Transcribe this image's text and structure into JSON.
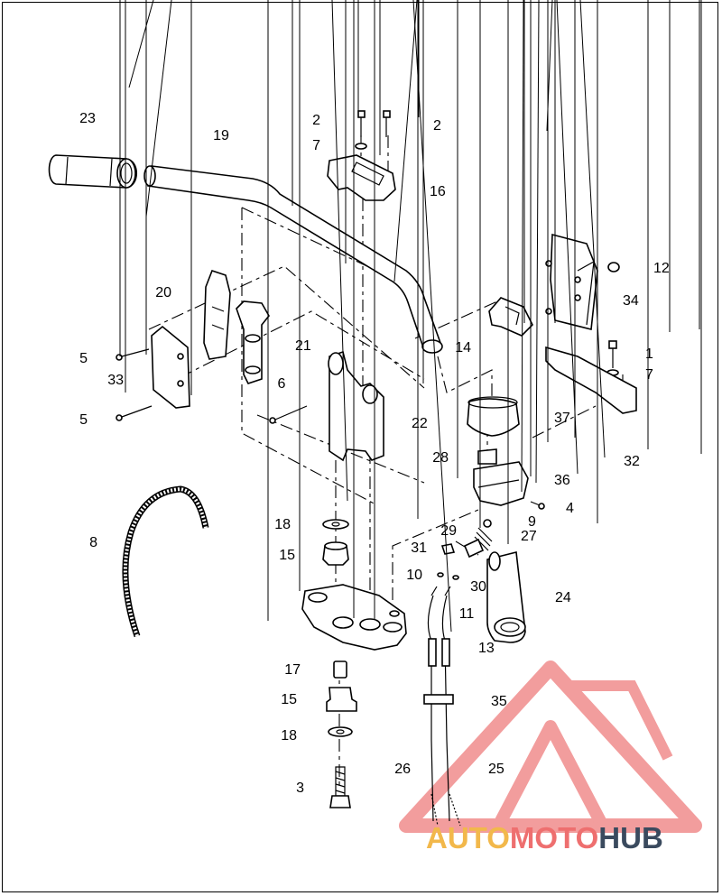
{
  "callouts": [
    {
      "id": "23",
      "label": "23"
    },
    {
      "id": "19",
      "label": "19"
    },
    {
      "id": "2a",
      "label": "2"
    },
    {
      "id": "2b",
      "label": "2"
    },
    {
      "id": "7a",
      "label": "7"
    },
    {
      "id": "16",
      "label": "16"
    },
    {
      "id": "12",
      "label": "12"
    },
    {
      "id": "34",
      "label": "34"
    },
    {
      "id": "20",
      "label": "20"
    },
    {
      "id": "21",
      "label": "21"
    },
    {
      "id": "14",
      "label": "14"
    },
    {
      "id": "5a",
      "label": "5"
    },
    {
      "id": "33",
      "label": "33"
    },
    {
      "id": "5b",
      "label": "5"
    },
    {
      "id": "6",
      "label": "6"
    },
    {
      "id": "22",
      "label": "22"
    },
    {
      "id": "1",
      "label": "1"
    },
    {
      "id": "7b",
      "label": "7"
    },
    {
      "id": "37",
      "label": "37"
    },
    {
      "id": "32",
      "label": "32"
    },
    {
      "id": "28",
      "label": "28"
    },
    {
      "id": "36",
      "label": "36"
    },
    {
      "id": "4",
      "label": "4"
    },
    {
      "id": "8",
      "label": "8"
    },
    {
      "id": "18a",
      "label": "18"
    },
    {
      "id": "9",
      "label": "9"
    },
    {
      "id": "29",
      "label": "29"
    },
    {
      "id": "27",
      "label": "27"
    },
    {
      "id": "15a",
      "label": "15"
    },
    {
      "id": "31",
      "label": "31"
    },
    {
      "id": "10",
      "label": "10"
    },
    {
      "id": "30",
      "label": "30"
    },
    {
      "id": "24",
      "label": "24"
    },
    {
      "id": "11",
      "label": "11"
    },
    {
      "id": "13",
      "label": "13"
    },
    {
      "id": "17",
      "label": "17"
    },
    {
      "id": "15b",
      "label": "15"
    },
    {
      "id": "35",
      "label": "35"
    },
    {
      "id": "18b",
      "label": "18"
    },
    {
      "id": "26",
      "label": "26"
    },
    {
      "id": "25",
      "label": "25"
    },
    {
      "id": "3",
      "label": "3"
    }
  ],
  "logo": {
    "word_part1": "AUTO",
    "word_part2": "MOTO",
    "word_part3": "HUB",
    "colors": {
      "yellow": "#f2b84b",
      "red": "#ee6f6f",
      "navy": "#3a4a5e",
      "triangle": "#f08c8c"
    }
  }
}
